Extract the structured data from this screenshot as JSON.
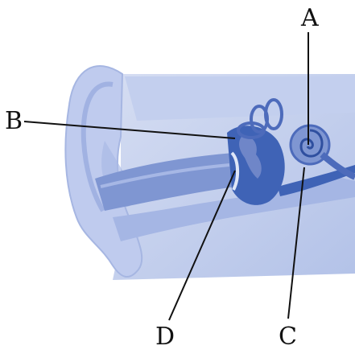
{
  "labels": {
    "a": "A",
    "b": "B",
    "c": "C",
    "d": "D"
  },
  "colors": {
    "outer": "#c9d4ef",
    "mid": "#9fb1e0",
    "deep": "#6f86c8",
    "dark": "#3f63b6",
    "line": "#111111"
  }
}
